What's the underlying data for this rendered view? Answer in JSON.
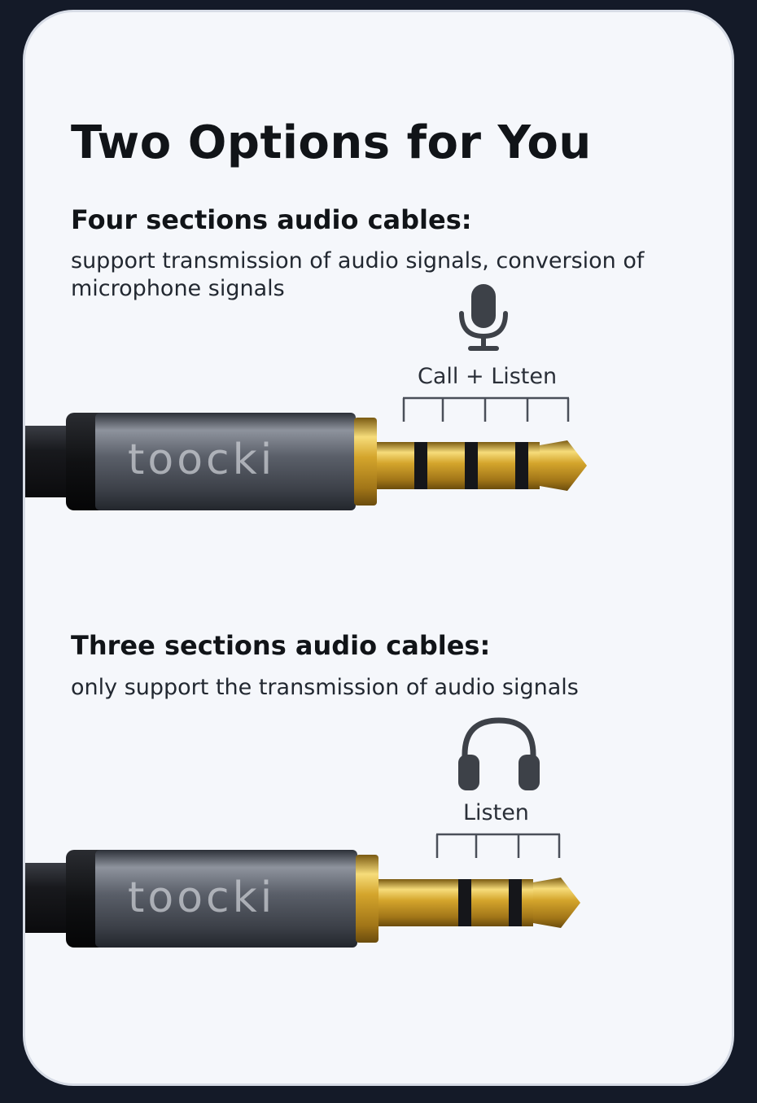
{
  "title": "Two Options for You",
  "brand": "toocki",
  "four_section": {
    "heading": "Four sections audio cables:",
    "description": "support transmission of audio signals, conversion of microphone signals",
    "function_label": "Call + Listen",
    "icon": "microphone-icon"
  },
  "three_section": {
    "heading": "Three sections audio cables:",
    "description": "only support the transmission of audio signals",
    "function_label": "Listen",
    "icon": "headphones-icon"
  },
  "colors": {
    "background": "#f5f7fb",
    "frame": "#141a28",
    "text": "#111418",
    "gold": "#d9b13a",
    "metal": "#4a4f59"
  }
}
